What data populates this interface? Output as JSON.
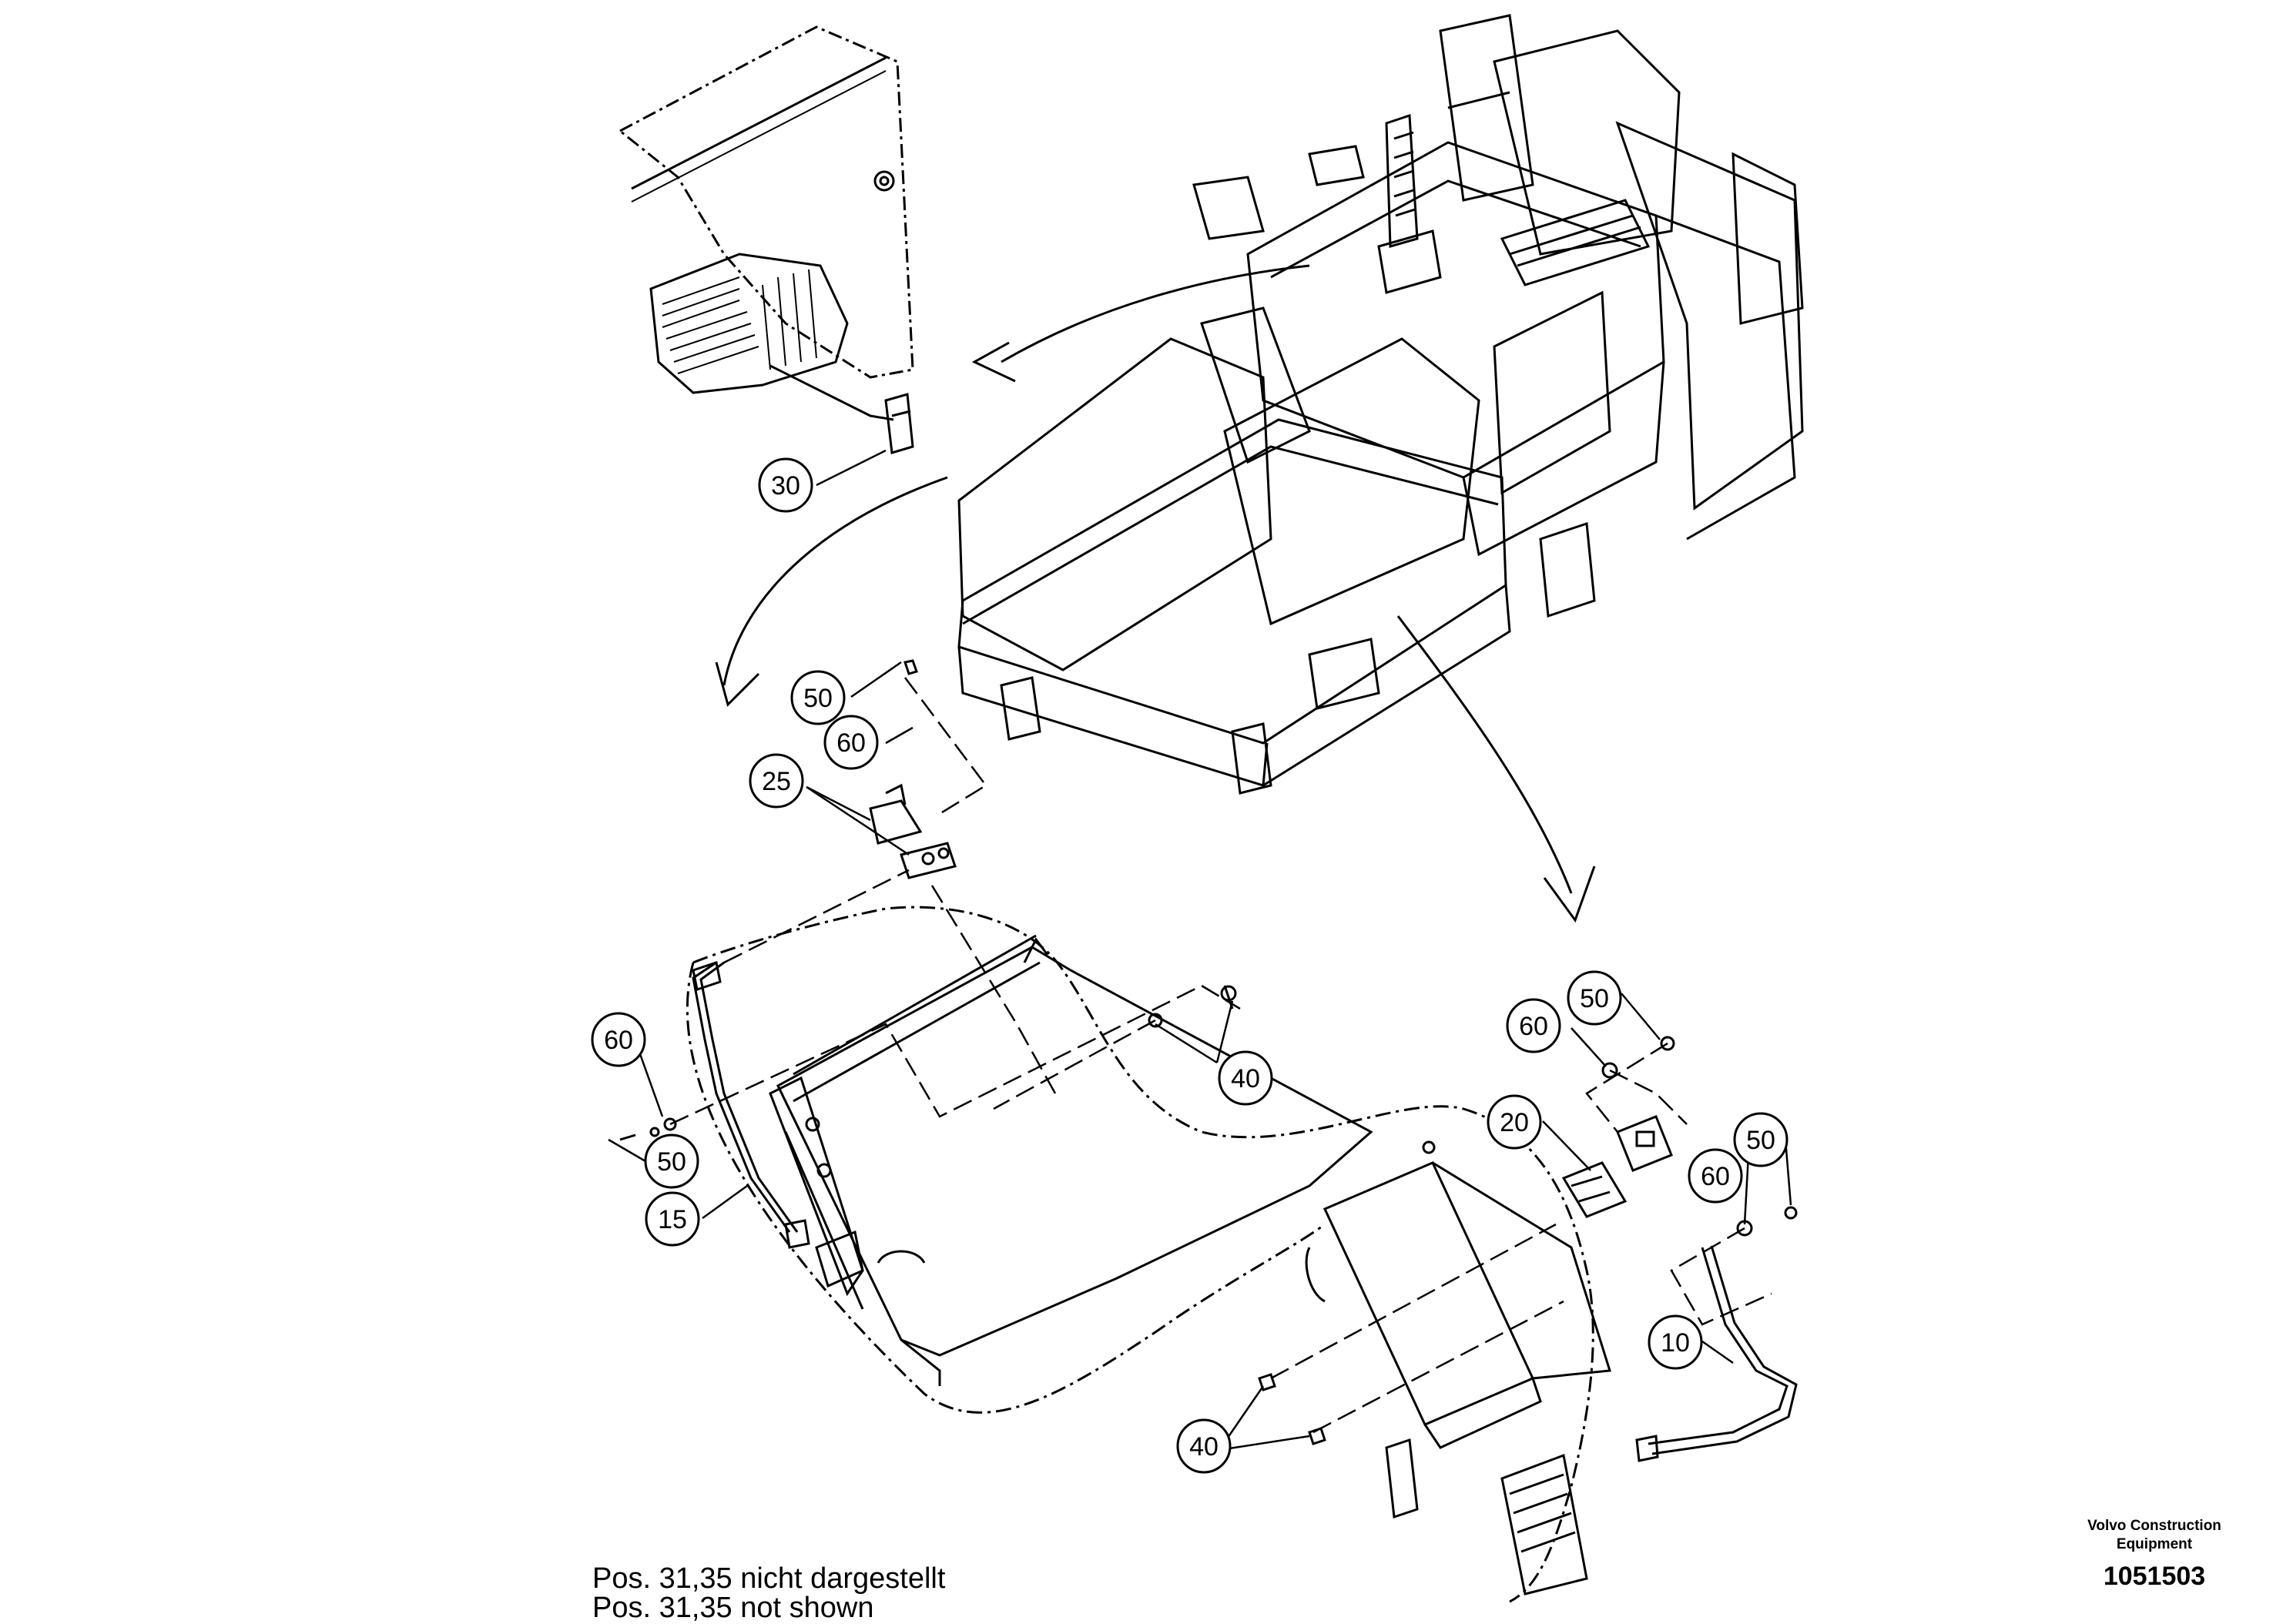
{
  "diagram": {
    "parts": [
      {
        "id": "p30",
        "label": "30"
      },
      {
        "id": "p50a",
        "label": "50"
      },
      {
        "id": "p60a",
        "label": "60"
      },
      {
        "id": "p25",
        "label": "25"
      },
      {
        "id": "p60b",
        "label": "60"
      },
      {
        "id": "p50b",
        "label": "50"
      },
      {
        "id": "p15",
        "label": "15"
      },
      {
        "id": "p40a",
        "label": "40"
      },
      {
        "id": "p50c",
        "label": "50"
      },
      {
        "id": "p60c",
        "label": "60"
      },
      {
        "id": "p20",
        "label": "20"
      },
      {
        "id": "p50d",
        "label": "50"
      },
      {
        "id": "p60d",
        "label": "60"
      },
      {
        "id": "p10",
        "label": "10"
      },
      {
        "id": "p40b",
        "label": "40"
      }
    ],
    "notes": {
      "line_de": "Pos. 31,35 nicht dargestellt",
      "line_en": "Pos. 31,35 not shown"
    },
    "maker": {
      "name_line1": "Volvo Construction",
      "name_line2": "Equipment",
      "drawing_number": "1051503"
    }
  }
}
